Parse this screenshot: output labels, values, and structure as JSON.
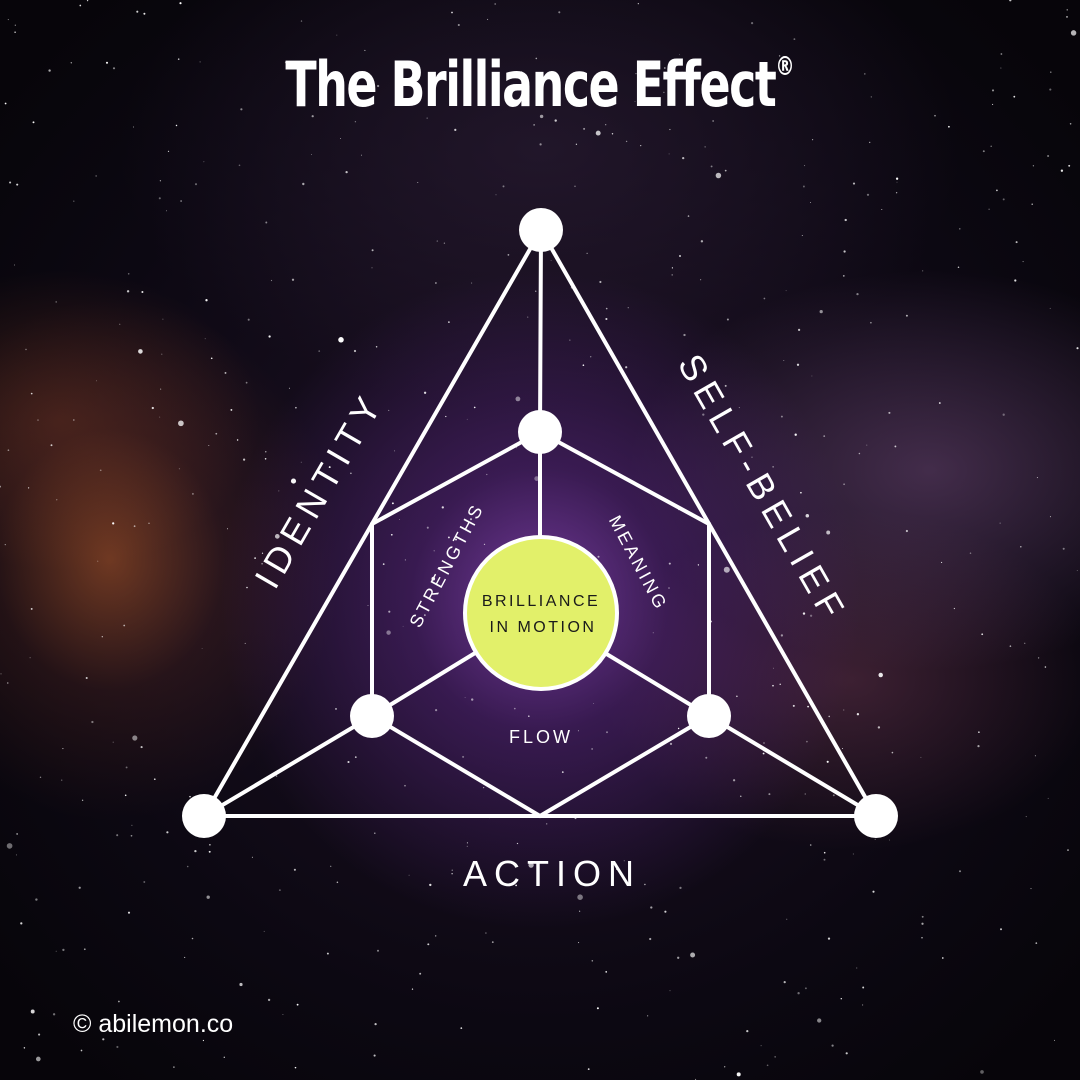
{
  "title": "The Brilliance Effect",
  "title_mark": "®",
  "outer_labels": {
    "left": "IDENTITY",
    "right": "SELF-BELIEF",
    "bottom": "ACTION"
  },
  "inner_labels": {
    "left": "STRENGTHS",
    "right": "MEANING",
    "bottom": "FLOW"
  },
  "center": {
    "line1": "BRILLIANCE",
    "line2": "IN MOTION"
  },
  "credit": "© abilemon.co",
  "colors": {
    "center_fill": "#e2f06a",
    "lines": "#ffffff",
    "nebula": "#7a3fa6"
  }
}
